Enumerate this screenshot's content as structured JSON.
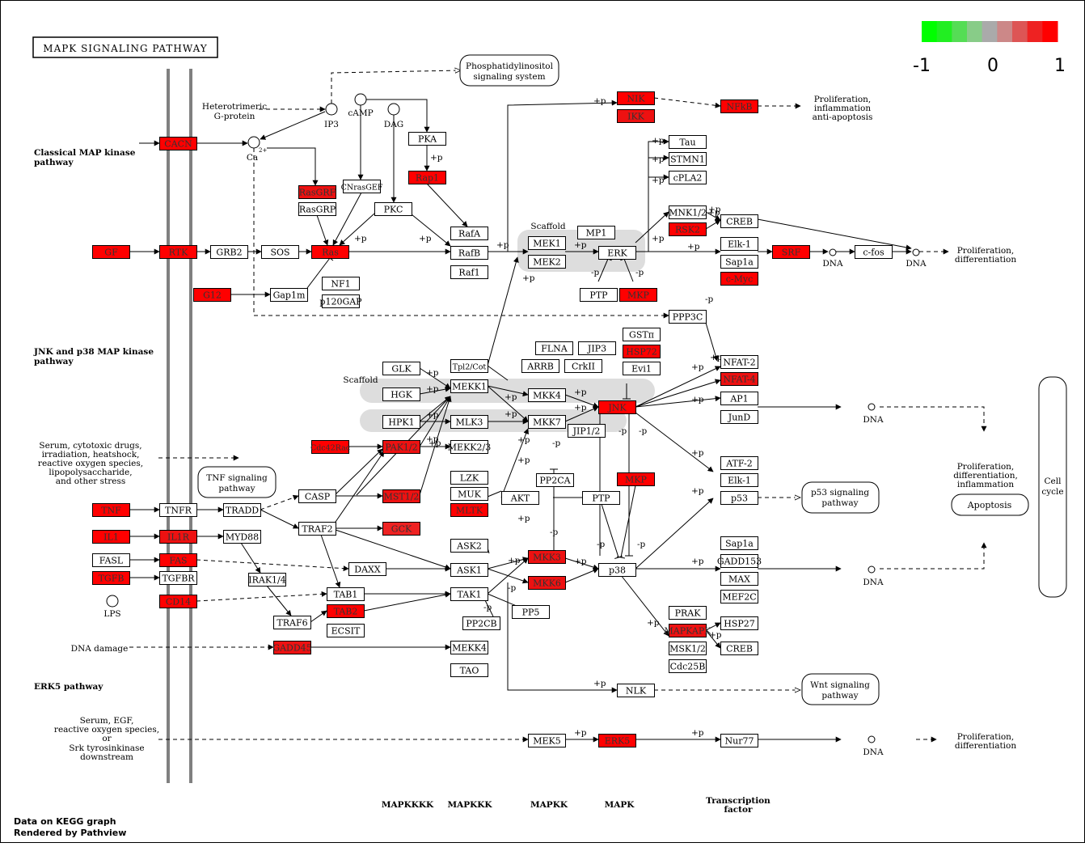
{
  "title": "MAPK SIGNALING PATHWAY",
  "legend": {
    "labels": [
      "-1",
      "0",
      "1"
    ],
    "colors": [
      "#00ff00",
      "#22ee22",
      "#55dd55",
      "#88cc88",
      "#aaaaaa",
      "#cc8888",
      "#dd5555",
      "#ee2222",
      "#ff0000"
    ]
  },
  "footer": {
    "line1": "Data on KEGG graph",
    "line2": "Rendered by Pathview"
  },
  "section_labels": {
    "classical_1": "Classical MAP kinase",
    "classical_2": "pathway",
    "jnk_1": "JNK and p38 MAP kinase",
    "jnk_2": "pathway",
    "erk5": "ERK5 pathway"
  },
  "column_labels": {
    "mapkkkk": "MAPKKKK",
    "mapkkk": "MAPKKK",
    "mapkk": "MAPKK",
    "mapk": "MAPK",
    "tf_1": "Transcription",
    "tf_2": "factor"
  },
  "scaffold_labels": {
    "s1": "Scaffold",
    "s2": "Scaffold"
  },
  "annotations": {
    "heterotrimeric_1": "Heterotrimeric",
    "heterotrimeric_2": "G-protein",
    "ip3": "IP3",
    "camp": "cAMP",
    "dag": "DAG",
    "ca": "Ca",
    "ca_sup": "2+",
    "lps": "LPS",
    "dna_damage": "DNA damage",
    "serum1_1": "Serum, cytotoxic drugs,",
    "serum1_2": "irradiation, heatshock,",
    "serum1_3": "reactive oxygen species,",
    "serum1_4": "lipopolysaccharide,",
    "serum1_5": "and other stress",
    "serum2_1": "Serum, EGF,",
    "serum2_2": "reactive oxygen species,",
    "serum2_3": "or",
    "serum2_4": "Srk tyrosinkinase",
    "serum2_5": "downstream",
    "prolif1_1": "Proliferation,",
    "prolif1_2": "inflammation",
    "prolif1_3": "anti-apoptosis",
    "prolif2_1": "Proliferation,",
    "prolif2_2": "differentiation",
    "prolif3_1": "Proliferation,",
    "prolif3_2": "differentiation,",
    "prolif3_3": "inflammation",
    "prolif4_1": "Proliferation,",
    "prolif4_2": "differentiation",
    "dna": "DNA",
    "cell_cycle_1": "Cell",
    "cell_cycle_2": "cycle"
  },
  "pathway_links": {
    "phosphatidylinositol_1": "Phosphatidylinositol",
    "phosphatidylinositol_2": "signaling system",
    "tnf_1": "TNF signaling",
    "tnf_2": "pathway",
    "p53_1": "p53 signaling",
    "p53_2": "pathway",
    "wnt_1": "Wnt signaling",
    "wnt_2": "pathway",
    "apoptosis": "Apoptosis"
  },
  "edge_labels": {
    "plus_p": "+p",
    "minus_p": "-p"
  },
  "nodes": [
    {
      "id": "CACN",
      "label": "CACN",
      "fill": "#ff0000"
    },
    {
      "id": "GF",
      "label": "GF",
      "fill": "#ff0000"
    },
    {
      "id": "RTK",
      "label": "RTK",
      "fill": "#ff0000"
    },
    {
      "id": "GRB2",
      "label": "GRB2",
      "fill": "#ffffff"
    },
    {
      "id": "SOS",
      "label": "SOS",
      "fill": "#ffffff"
    },
    {
      "id": "Ras",
      "label": "Ras",
      "fill": "#ff0000"
    },
    {
      "id": "G12",
      "label": "G12",
      "fill": "#ff0000"
    },
    {
      "id": "Gap1m",
      "label": "Gap1m",
      "fill": "#ffffff"
    },
    {
      "id": "NF1",
      "label": "NF1",
      "fill": "#ffffff"
    },
    {
      "id": "p120GAP",
      "label": "p120GAP",
      "fill": "#ffffff"
    },
    {
      "id": "RasGRF",
      "label": "RasGRF",
      "fill": "#ee1111"
    },
    {
      "id": "RasGRP",
      "label": "RasGRP",
      "fill": "#ffffff"
    },
    {
      "id": "CNrasGEF",
      "label": "CNrasGEF",
      "fill": "#ffffff"
    },
    {
      "id": "PKA",
      "label": "PKA",
      "fill": "#ffffff"
    },
    {
      "id": "Rap1",
      "label": "Rap1",
      "fill": "#ff0000"
    },
    {
      "id": "PKC",
      "label": "PKC",
      "fill": "#ffffff"
    },
    {
      "id": "RafA",
      "label": "RafA",
      "fill": "#ffffff"
    },
    {
      "id": "RafB",
      "label": "RafB",
      "fill": "#ffffff"
    },
    {
      "id": "Raf1",
      "label": "Raf1",
      "fill": "#ffffff"
    },
    {
      "id": "MEK1",
      "label": "MEK1",
      "fill": "#ffffff"
    },
    {
      "id": "MEK2",
      "label": "MEK2",
      "fill": "#ffffff"
    },
    {
      "id": "MP1",
      "label": "MP1",
      "fill": "#ffffff"
    },
    {
      "id": "ERK",
      "label": "ERK",
      "fill": "#ffffff"
    },
    {
      "id": "PTP1",
      "label": "PTP",
      "fill": "#ffffff"
    },
    {
      "id": "MKP1",
      "label": "MKP",
      "fill": "#ff0000"
    },
    {
      "id": "NIK",
      "label": "NIK",
      "fill": "#ff0000"
    },
    {
      "id": "IKK",
      "label": "IKK",
      "fill": "#ee1111"
    },
    {
      "id": "NFkB",
      "label": "NFkB",
      "fill": "#ff0000"
    },
    {
      "id": "Tau",
      "label": "Tau",
      "fill": "#ffffff"
    },
    {
      "id": "STMN1",
      "label": "STMN1",
      "fill": "#ffffff"
    },
    {
      "id": "cPLA2",
      "label": "cPLA2",
      "fill": "#ffffff"
    },
    {
      "id": "MNK12",
      "label": "MNK1/2",
      "fill": "#ffffff"
    },
    {
      "id": "RSK2",
      "label": "RSK2",
      "fill": "#ff0000"
    },
    {
      "id": "CREB1",
      "label": "CREB",
      "fill": "#ffffff"
    },
    {
      "id": "Elk1a",
      "label": "Elk-1",
      "fill": "#ffffff"
    },
    {
      "id": "Sap1a1",
      "label": "Sap1a",
      "fill": "#ffffff"
    },
    {
      "id": "cMyc",
      "label": "c-Myc",
      "fill": "#ff0000"
    },
    {
      "id": "SRF",
      "label": "SRF",
      "fill": "#ff0000"
    },
    {
      "id": "cfos",
      "label": "c-fos",
      "fill": "#ffffff"
    },
    {
      "id": "PPP3C",
      "label": "PPP3C",
      "fill": "#ffffff"
    },
    {
      "id": "GSTpi",
      "label": "GSTπ",
      "fill": "#ffffff"
    },
    {
      "id": "HSP72",
      "label": "HSP72",
      "fill": "#ff0000"
    },
    {
      "id": "Evi1",
      "label": "Evi1",
      "fill": "#ffffff"
    },
    {
      "id": "FLNA",
      "label": "FLNA",
      "fill": "#ffffff"
    },
    {
      "id": "JIP3",
      "label": "JIP3",
      "fill": "#ffffff"
    },
    {
      "id": "ARRB",
      "label": "ARRB",
      "fill": "#ffffff"
    },
    {
      "id": "CrkII",
      "label": "CrkII",
      "fill": "#ffffff"
    },
    {
      "id": "GLK",
      "label": "GLK",
      "fill": "#ffffff"
    },
    {
      "id": "Tpl2Cot",
      "label": "Tpl2/Cot",
      "fill": "#ffffff"
    },
    {
      "id": "HGK",
      "label": "HGK",
      "fill": "#ffffff"
    },
    {
      "id": "MEKK1",
      "label": "MEKK1",
      "fill": "#ffffff"
    },
    {
      "id": "MKK4",
      "label": "MKK4",
      "fill": "#ffffff"
    },
    {
      "id": "JNK",
      "label": "JNK",
      "fill": "#ff0000"
    },
    {
      "id": "NFAT2",
      "label": "NFAT-2",
      "fill": "#ffffff"
    },
    {
      "id": "NFAT4",
      "label": "NFAT-4",
      "fill": "#ee1111"
    },
    {
      "id": "AP1",
      "label": "AP1",
      "fill": "#ffffff"
    },
    {
      "id": "JunD",
      "label": "JunD",
      "fill": "#ffffff"
    },
    {
      "id": "HPK1",
      "label": "HPK1",
      "fill": "#ffffff"
    },
    {
      "id": "MLK3",
      "label": "MLK3",
      "fill": "#ffffff"
    },
    {
      "id": "MKK7",
      "label": "MKK7",
      "fill": "#ffffff"
    },
    {
      "id": "JIP12",
      "label": "JIP1/2",
      "fill": "#ffffff"
    },
    {
      "id": "Cdc42Rac",
      "label": "Cdc42Rac",
      "fill": "#ff0000"
    },
    {
      "id": "PAK12",
      "label": "PAK1/2",
      "fill": "#ee1111"
    },
    {
      "id": "MEKK23",
      "label": "MEKK2/3",
      "fill": "#ffffff"
    },
    {
      "id": "LZK",
      "label": "LZK",
      "fill": "#ffffff"
    },
    {
      "id": "MUK",
      "label": "MUK",
      "fill": "#ffffff"
    },
    {
      "id": "MLTK",
      "label": "MLTK",
      "fill": "#ff0000"
    },
    {
      "id": "PP2CA",
      "label": "PP2CA",
      "fill": "#ffffff"
    },
    {
      "id": "AKT",
      "label": "AKT",
      "fill": "#ffffff"
    },
    {
      "id": "PTP2",
      "label": "PTP",
      "fill": "#ffffff"
    },
    {
      "id": "MKP2",
      "label": "MKP",
      "fill": "#ff0000"
    },
    {
      "id": "ATF2",
      "label": "ATF-2",
      "fill": "#ffffff"
    },
    {
      "id": "Elk1b",
      "label": "Elk-1",
      "fill": "#ffffff"
    },
    {
      "id": "p53",
      "label": "p53",
      "fill": "#ffffff"
    },
    {
      "id": "TNF",
      "label": "TNF",
      "fill": "#ff0000"
    },
    {
      "id": "TNFR",
      "label": "TNFR",
      "fill": "#ffffff"
    },
    {
      "id": "TRADD",
      "label": "TRADD",
      "fill": "#ffffff"
    },
    {
      "id": "CASP",
      "label": "CASP",
      "fill": "#ffffff"
    },
    {
      "id": "MST12",
      "label": "MST1/2",
      "fill": "#ee1111"
    },
    {
      "id": "GCK",
      "label": "GCK",
      "fill": "#ee2222"
    },
    {
      "id": "TRAF2",
      "label": "TRAF2",
      "fill": "#ffffff"
    },
    {
      "id": "IL1",
      "label": "IL1",
      "fill": "#ff0000"
    },
    {
      "id": "IL1R",
      "label": "IL1R",
      "fill": "#ee1111"
    },
    {
      "id": "MYD88",
      "label": "MYD88",
      "fill": "#ffffff"
    },
    {
      "id": "FASL",
      "label": "FASL",
      "fill": "#ffffff"
    },
    {
      "id": "FAS",
      "label": "FAS",
      "fill": "#ff0000"
    },
    {
      "id": "TGFB",
      "label": "TGFB",
      "fill": "#ff0000"
    },
    {
      "id": "TGFBR",
      "label": "TGFBR",
      "fill": "#ffffff"
    },
    {
      "id": "IRAK14",
      "label": "IRAK1/4",
      "fill": "#ffffff"
    },
    {
      "id": "DAXX",
      "label": "DAXX",
      "fill": "#ffffff"
    },
    {
      "id": "ASK2",
      "label": "ASK2",
      "fill": "#ffffff"
    },
    {
      "id": "ASK1",
      "label": "ASK1",
      "fill": "#ffffff"
    },
    {
      "id": "MKK3",
      "label": "MKK3",
      "fill": "#ee1111"
    },
    {
      "id": "MKK6",
      "label": "MKK6",
      "fill": "#ee1111"
    },
    {
      "id": "p38",
      "label": "p38",
      "fill": "#ffffff"
    },
    {
      "id": "Sap1a2",
      "label": "Sap1a",
      "fill": "#ffffff"
    },
    {
      "id": "GADD153",
      "label": "GADD153",
      "fill": "#ffffff"
    },
    {
      "id": "MAX",
      "label": "MAX",
      "fill": "#ffffff"
    },
    {
      "id": "MEF2C",
      "label": "MEF2C",
      "fill": "#ffffff"
    },
    {
      "id": "CD14",
      "label": "CD14",
      "fill": "#ff0000"
    },
    {
      "id": "TAB1",
      "label": "TAB1",
      "fill": "#ffffff"
    },
    {
      "id": "TAB2",
      "label": "TAB2",
      "fill": "#ff0000"
    },
    {
      "id": "TAK1",
      "label": "TAK1",
      "fill": "#ffffff"
    },
    {
      "id": "PP5",
      "label": "PP5",
      "fill": "#ffffff"
    },
    {
      "id": "TRAF6",
      "label": "TRAF6",
      "fill": "#ffffff"
    },
    {
      "id": "ECSIT",
      "label": "ECSIT",
      "fill": "#ffffff"
    },
    {
      "id": "PP2CB",
      "label": "PP2CB",
      "fill": "#ffffff"
    },
    {
      "id": "PRAK",
      "label": "PRAK",
      "fill": "#ffffff"
    },
    {
      "id": "MAPKAPK",
      "label": "MAPKAPK",
      "fill": "#ee1111"
    },
    {
      "id": "HSP27",
      "label": "HSP27",
      "fill": "#ffffff"
    },
    {
      "id": "MSK12",
      "label": "MSK1/2",
      "fill": "#ffffff"
    },
    {
      "id": "CREB2",
      "label": "CREB",
      "fill": "#ffffff"
    },
    {
      "id": "Cdc25B",
      "label": "Cdc25B",
      "fill": "#ffffff"
    },
    {
      "id": "GADD45",
      "label": "GADD45",
      "fill": "#ee1111"
    },
    {
      "id": "MEKK4",
      "label": "MEKK4",
      "fill": "#ffffff"
    },
    {
      "id": "TAO",
      "label": "TAO",
      "fill": "#ffffff"
    },
    {
      "id": "NLK",
      "label": "NLK",
      "fill": "#ffffff"
    },
    {
      "id": "MEK5",
      "label": "MEK5",
      "fill": "#ffffff"
    },
    {
      "id": "ERK5",
      "label": "ERK5",
      "fill": "#ff0000"
    },
    {
      "id": "Nur77",
      "label": "Nur77",
      "fill": "#ffffff"
    }
  ]
}
